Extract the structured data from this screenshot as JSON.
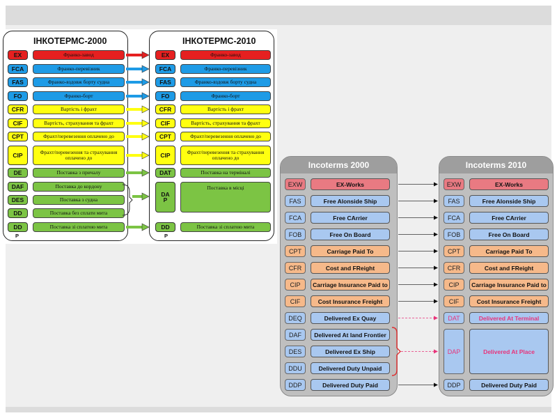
{
  "ua": {
    "title_2000": "ІНКОТЕРМС-2000",
    "title_2010": "ІНКОТЕРМС-2010",
    "left": [
      {
        "code": "EX",
        "name": "Франко-завод",
        "color": "#e62020"
      },
      {
        "code": "FCA",
        "name": "Франко-перевізник",
        "color": "#1e9be6"
      },
      {
        "code": "FAS",
        "name": "Франко-вздовж борту судна",
        "color": "#1e9be6"
      },
      {
        "code": "FO",
        "name": "Франко-борт",
        "color": "#1e9be6"
      },
      {
        "code": "CFR",
        "name": "Вартість і фрахт",
        "color": "#ffff10"
      },
      {
        "code": "CIF",
        "name": "Вартість, страхування та фрахт",
        "color": "#ffff10"
      },
      {
        "code": "CPT",
        "name": "Фрахт/перевезення оплачено до",
        "color": "#ffff10"
      },
      {
        "code": "CIP",
        "name": "Фрахт/перевезення та страхування оплачено до",
        "color": "#ffff10"
      },
      {
        "code": "DE",
        "name": "Поставка з причалу",
        "color": "#7cc444"
      },
      {
        "code": "DAF",
        "name": "Поставка до кордону",
        "color": "#7cc444"
      },
      {
        "code": "DES",
        "name": "Поставка з судна",
        "color": "#7cc444"
      },
      {
        "code": "DD",
        "name": "Поставка без сплати мита",
        "color": "#7cc444"
      },
      {
        "code": "DD",
        "name": "Поставка зі сплатою мита",
        "color": "#7cc444"
      }
    ],
    "right": [
      {
        "code": "EX",
        "name": "Франко-завод",
        "color": "#e62020"
      },
      {
        "code": "FCA",
        "name": "Франко-перевізник",
        "color": "#1e9be6"
      },
      {
        "code": "FAS",
        "name": "Франко-вздовж борту судна",
        "color": "#1e9be6"
      },
      {
        "code": "FO",
        "name": "Франко-борт",
        "color": "#1e9be6"
      },
      {
        "code": "CFR",
        "name": "Вартість і фрахт",
        "color": "#ffff10"
      },
      {
        "code": "CIF",
        "name": "Вартість, страхування та фрахт",
        "color": "#ffff10"
      },
      {
        "code": "CPT",
        "name": "Фрахт/перевезення оплачено до",
        "color": "#ffff10"
      },
      {
        "code": "CIP",
        "name": "Фрахт/перевезення та страхування оплачено до",
        "color": "#ffff10"
      },
      {
        "code": "DAT",
        "name": "Поставка на терміналі",
        "color": "#7cc444"
      },
      {
        "code_line1": "DA",
        "code_line2": "P",
        "name": "Поставка в місці",
        "color": "#7cc444"
      },
      {
        "code": "DD",
        "name": "Поставка зі сплатою мита",
        "color": "#7cc444"
      }
    ],
    "extra_p": "P"
  },
  "en": {
    "title_2000": "Incoterms 2000",
    "title_2010": "Incoterms 2010",
    "left": [
      {
        "code": "EXW",
        "name": "EX-Works",
        "color": "#e97a82"
      },
      {
        "code": "FAS",
        "name": "Free Alonside Ship",
        "color": "#a9c8f0"
      },
      {
        "code": "FCA",
        "name": "Free CArrier",
        "color": "#a9c8f0"
      },
      {
        "code": "FOB",
        "name": "Free On Board",
        "color": "#a9c8f0"
      },
      {
        "code": "CPT",
        "name": "Carriage Paid To",
        "color": "#f6b98a"
      },
      {
        "code": "CFR",
        "name": "Cost and FReight",
        "color": "#f6b98a"
      },
      {
        "code": "CIP",
        "name": "Carriage Insurance Paid to",
        "color": "#f6b98a"
      },
      {
        "code": "CIF",
        "name": "Cost Insurance Freight",
        "color": "#f6b98a"
      },
      {
        "code": "DEQ",
        "name": "Delivered Ex Quay",
        "color": "#a9c8f0"
      },
      {
        "code": "DAF",
        "name": "Delivered At land Frontier",
        "color": "#a9c8f0"
      },
      {
        "code": "DES",
        "name": "Delivered Ex Ship",
        "color": "#a9c8f0"
      },
      {
        "code": "DDU",
        "name": "Delivered Duty Unpaid",
        "color": "#a9c8f0"
      },
      {
        "code": "DDP",
        "name": "Delivered Duty Paid",
        "color": "#a9c8f0"
      }
    ],
    "right": [
      {
        "code": "EXW",
        "name": "EX-Works",
        "color": "#e97a82"
      },
      {
        "code": "FAS",
        "name": "Free Alonside Ship",
        "color": "#a9c8f0"
      },
      {
        "code": "FCA",
        "name": "Free CArrier",
        "color": "#a9c8f0"
      },
      {
        "code": "FOB",
        "name": "Free On Board",
        "color": "#a9c8f0"
      },
      {
        "code": "CPT",
        "name": "Carriage Paid To",
        "color": "#f6b98a"
      },
      {
        "code": "CFR",
        "name": "Cost and FReight",
        "color": "#f6b98a"
      },
      {
        "code": "CIP",
        "name": "Carriage Insurance Paid to",
        "color": "#f6b98a"
      },
      {
        "code": "CIF",
        "name": "Cost Insurance Freight",
        "color": "#f6b98a"
      },
      {
        "code": "DAT",
        "name": "Delivered At Terminal",
        "color": "#a9c8f0"
      },
      {
        "code": "DAP",
        "name": "Delivered At Place",
        "color": "#a9c8f0"
      },
      {
        "code": "DDP",
        "name": "Delivered Duty Paid",
        "color": "#a9c8f0"
      }
    ],
    "highlight_color": "#e8337a"
  }
}
